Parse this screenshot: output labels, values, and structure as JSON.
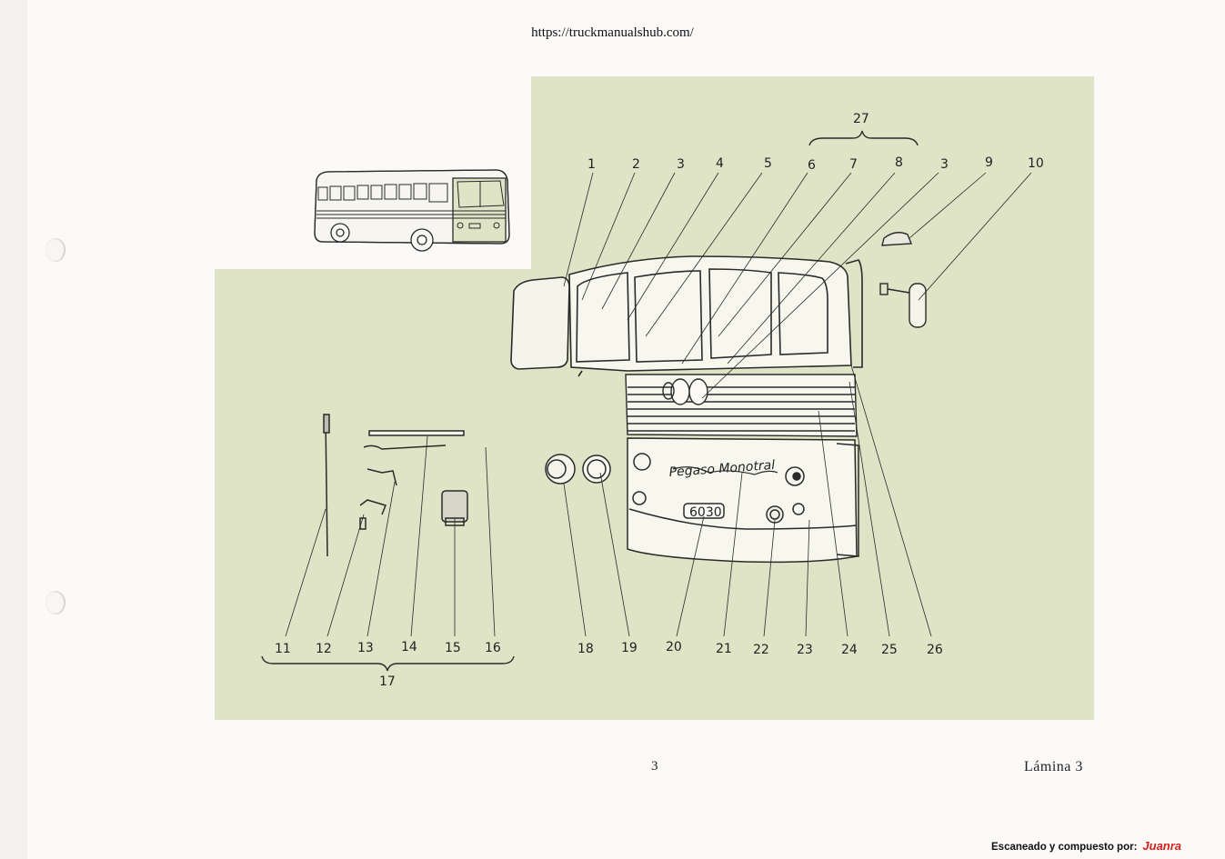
{
  "header": {
    "url": "https://truckmanualshub.com/"
  },
  "diagram": {
    "callouts_top": [
      "1",
      "2",
      "3",
      "4",
      "5",
      "6",
      "7",
      "8",
      "3",
      "9",
      "10"
    ],
    "group_top_label": "27",
    "callouts_bottom_left": [
      "11",
      "12",
      "13",
      "14",
      "15",
      "16"
    ],
    "group_bottom_label": "17",
    "callouts_bottom_right": [
      "18",
      "19",
      "20",
      "21",
      "22",
      "23",
      "24",
      "25",
      "26"
    ],
    "badge_brand": "Pegaso Monotral",
    "badge_model": "6030"
  },
  "colors": {
    "panel": "#dfe4c6",
    "line": "#2a2a2a",
    "credit_name": "#d9201a"
  },
  "footer": {
    "page_number": "3",
    "plate_label": "Lámina 3",
    "credit_prefix": "Escaneado y compuesto por:",
    "credit_name": "Juanra"
  }
}
